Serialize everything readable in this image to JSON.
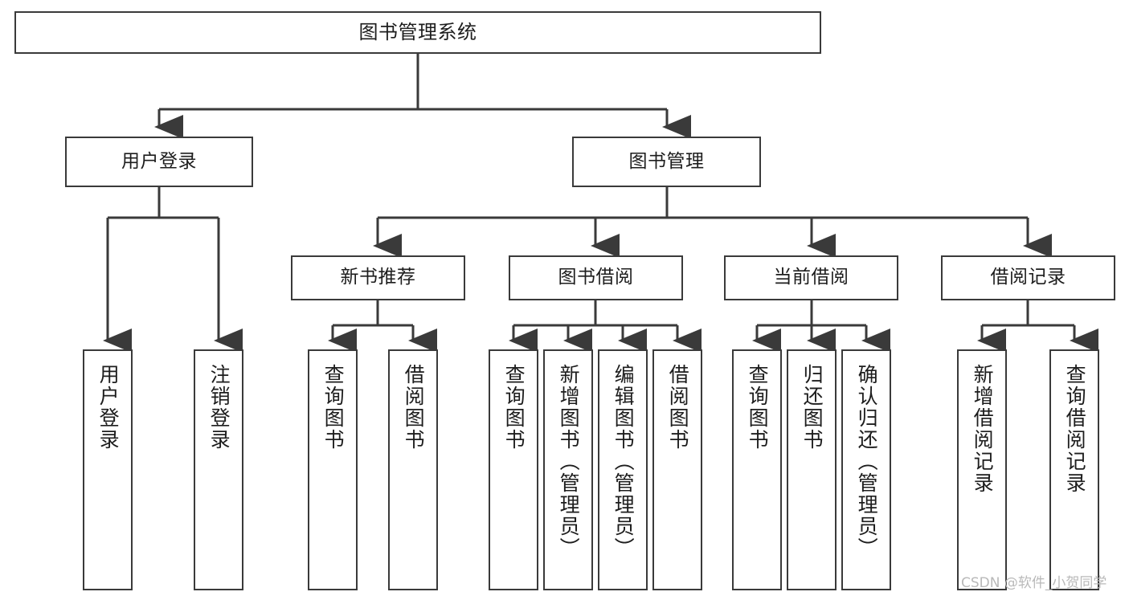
{
  "diagram": {
    "title": "图书管理系统",
    "type": "tree-hierarchy-chart",
    "watermark": "CSDN @软件_小贺同学",
    "colors": {
      "stroke": "#3a3a3a",
      "fill": "#ffffff",
      "text": "#1d1d1d",
      "watermark": "#b9b9b9"
    },
    "levels": {
      "root": {
        "label": "图书管理系统"
      },
      "level2": [
        {
          "id": "user-login",
          "label": "用户登录"
        },
        {
          "id": "book-management",
          "label": "图书管理"
        }
      ],
      "level3": [
        {
          "id": "new-book-recommend",
          "label": "新书推荐"
        },
        {
          "id": "book-borrow",
          "label": "图书借阅"
        },
        {
          "id": "current-borrow",
          "label": "当前借阅"
        },
        {
          "id": "borrow-record",
          "label": "借阅记录"
        }
      ],
      "leaves": [
        {
          "id": "leaf-user-login",
          "label": "用户登录",
          "parent": "user-login"
        },
        {
          "id": "leaf-logout-login",
          "label": "注销登录",
          "parent": "user-login"
        },
        {
          "id": "leaf-query-book-1",
          "label": "查询图书",
          "parent": "new-book-recommend"
        },
        {
          "id": "leaf-borrow-book-1",
          "label": "借阅图书",
          "parent": "new-book-recommend"
        },
        {
          "id": "leaf-query-book-2",
          "label": "查询图书",
          "parent": "book-borrow"
        },
        {
          "id": "leaf-add-book",
          "label": "新增图书（管理员）",
          "parent": "book-borrow"
        },
        {
          "id": "leaf-edit-book",
          "label": "编辑图书（管理员）",
          "parent": "book-borrow"
        },
        {
          "id": "leaf-borrow-book-2",
          "label": "借阅图书",
          "parent": "book-borrow"
        },
        {
          "id": "leaf-query-book-3",
          "label": "查询图书",
          "parent": "current-borrow"
        },
        {
          "id": "leaf-return-book",
          "label": "归还图书",
          "parent": "current-borrow"
        },
        {
          "id": "leaf-confirm-return",
          "label": "确认归还（管理员）",
          "parent": "current-borrow"
        },
        {
          "id": "leaf-add-record",
          "label": "新增借阅记录",
          "parent": "borrow-record"
        },
        {
          "id": "leaf-query-record",
          "label": "查询借阅记录",
          "parent": "borrow-record"
        }
      ]
    }
  }
}
